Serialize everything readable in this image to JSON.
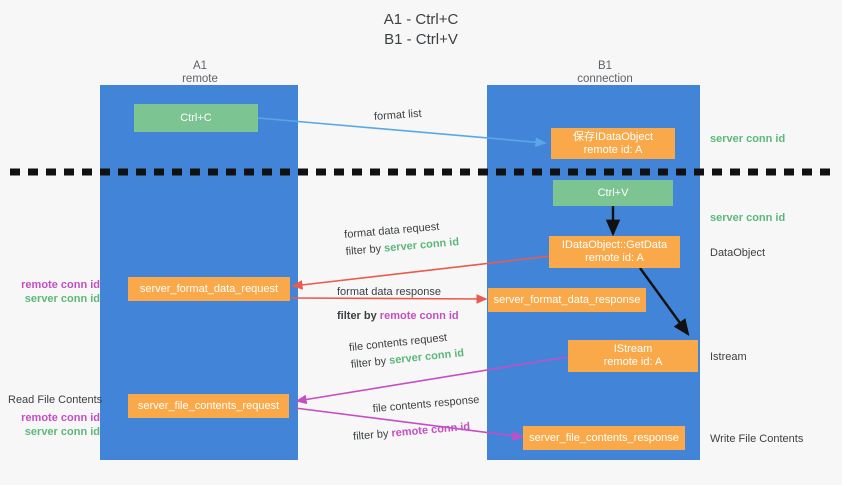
{
  "title": {
    "line1": "A1 - Ctrl+C",
    "line2": "B1 - Ctrl+V"
  },
  "columns": [
    {
      "name": "A1",
      "sub": "remote"
    },
    {
      "name": "B1",
      "sub": "connection"
    }
  ],
  "colors": {
    "lane": "#4285d8",
    "green_box": "#7cc491",
    "orange_box": "#f9a94a",
    "server_conn_id": "#5cb87a",
    "remote_conn_id": "#c44ec4",
    "arrow_blue": "#5aa7e8",
    "arrow_red": "#ea5b4d",
    "arrow_magenta": "#c44ec4",
    "arrow_black": "#111111",
    "text": "#3c4043",
    "background": "#f7f7f7"
  },
  "boxes": {
    "ctrl_c": {
      "label": "Ctrl+C",
      "style": "green"
    },
    "idataobject_saved": {
      "line1": "保存IDataObject",
      "line2": "remote id: A",
      "style": "orange"
    },
    "ctrl_v": {
      "label": "Ctrl+V",
      "style": "green"
    },
    "idataobject_getdata": {
      "line1": "IDataObject::GetData",
      "line2": "remote id: A",
      "style": "orange"
    },
    "server_format_data_request": {
      "label": "server_format_data_request",
      "style": "orange"
    },
    "server_format_data_response": {
      "label": "server_format_data_response",
      "style": "orange"
    },
    "istream": {
      "line1": "IStream",
      "line2": "remote id: A",
      "style": "orange"
    },
    "server_file_contents_request": {
      "label": "server_file_contents_request",
      "style": "orange"
    },
    "server_file_contents_response": {
      "label": "server_file_contents_response",
      "style": "orange"
    }
  },
  "flow_labels": {
    "format_list": "format list",
    "format_data_request": "format data request",
    "format_data_response": "format data response",
    "file_contents_request": "file contents request",
    "file_contents_response": "file contents response",
    "filter_by": "filter by ",
    "server_conn_id": "server conn id",
    "remote_conn_id": "remote conn id"
  },
  "right_labels": [
    {
      "text": "server conn id",
      "kind": "green"
    },
    {
      "text": "server conn id",
      "kind": "green"
    },
    {
      "text": "DataObject",
      "kind": "plain"
    },
    {
      "text": "Istream",
      "kind": "plain"
    },
    {
      "text": "Write File Contents",
      "kind": "plain"
    }
  ],
  "left_labels": {
    "group1": {
      "remote": "remote conn id",
      "server": "server conn id"
    },
    "read_file_contents": "Read File Contents",
    "group2": {
      "remote": "remote conn id",
      "server": "server conn id"
    }
  }
}
